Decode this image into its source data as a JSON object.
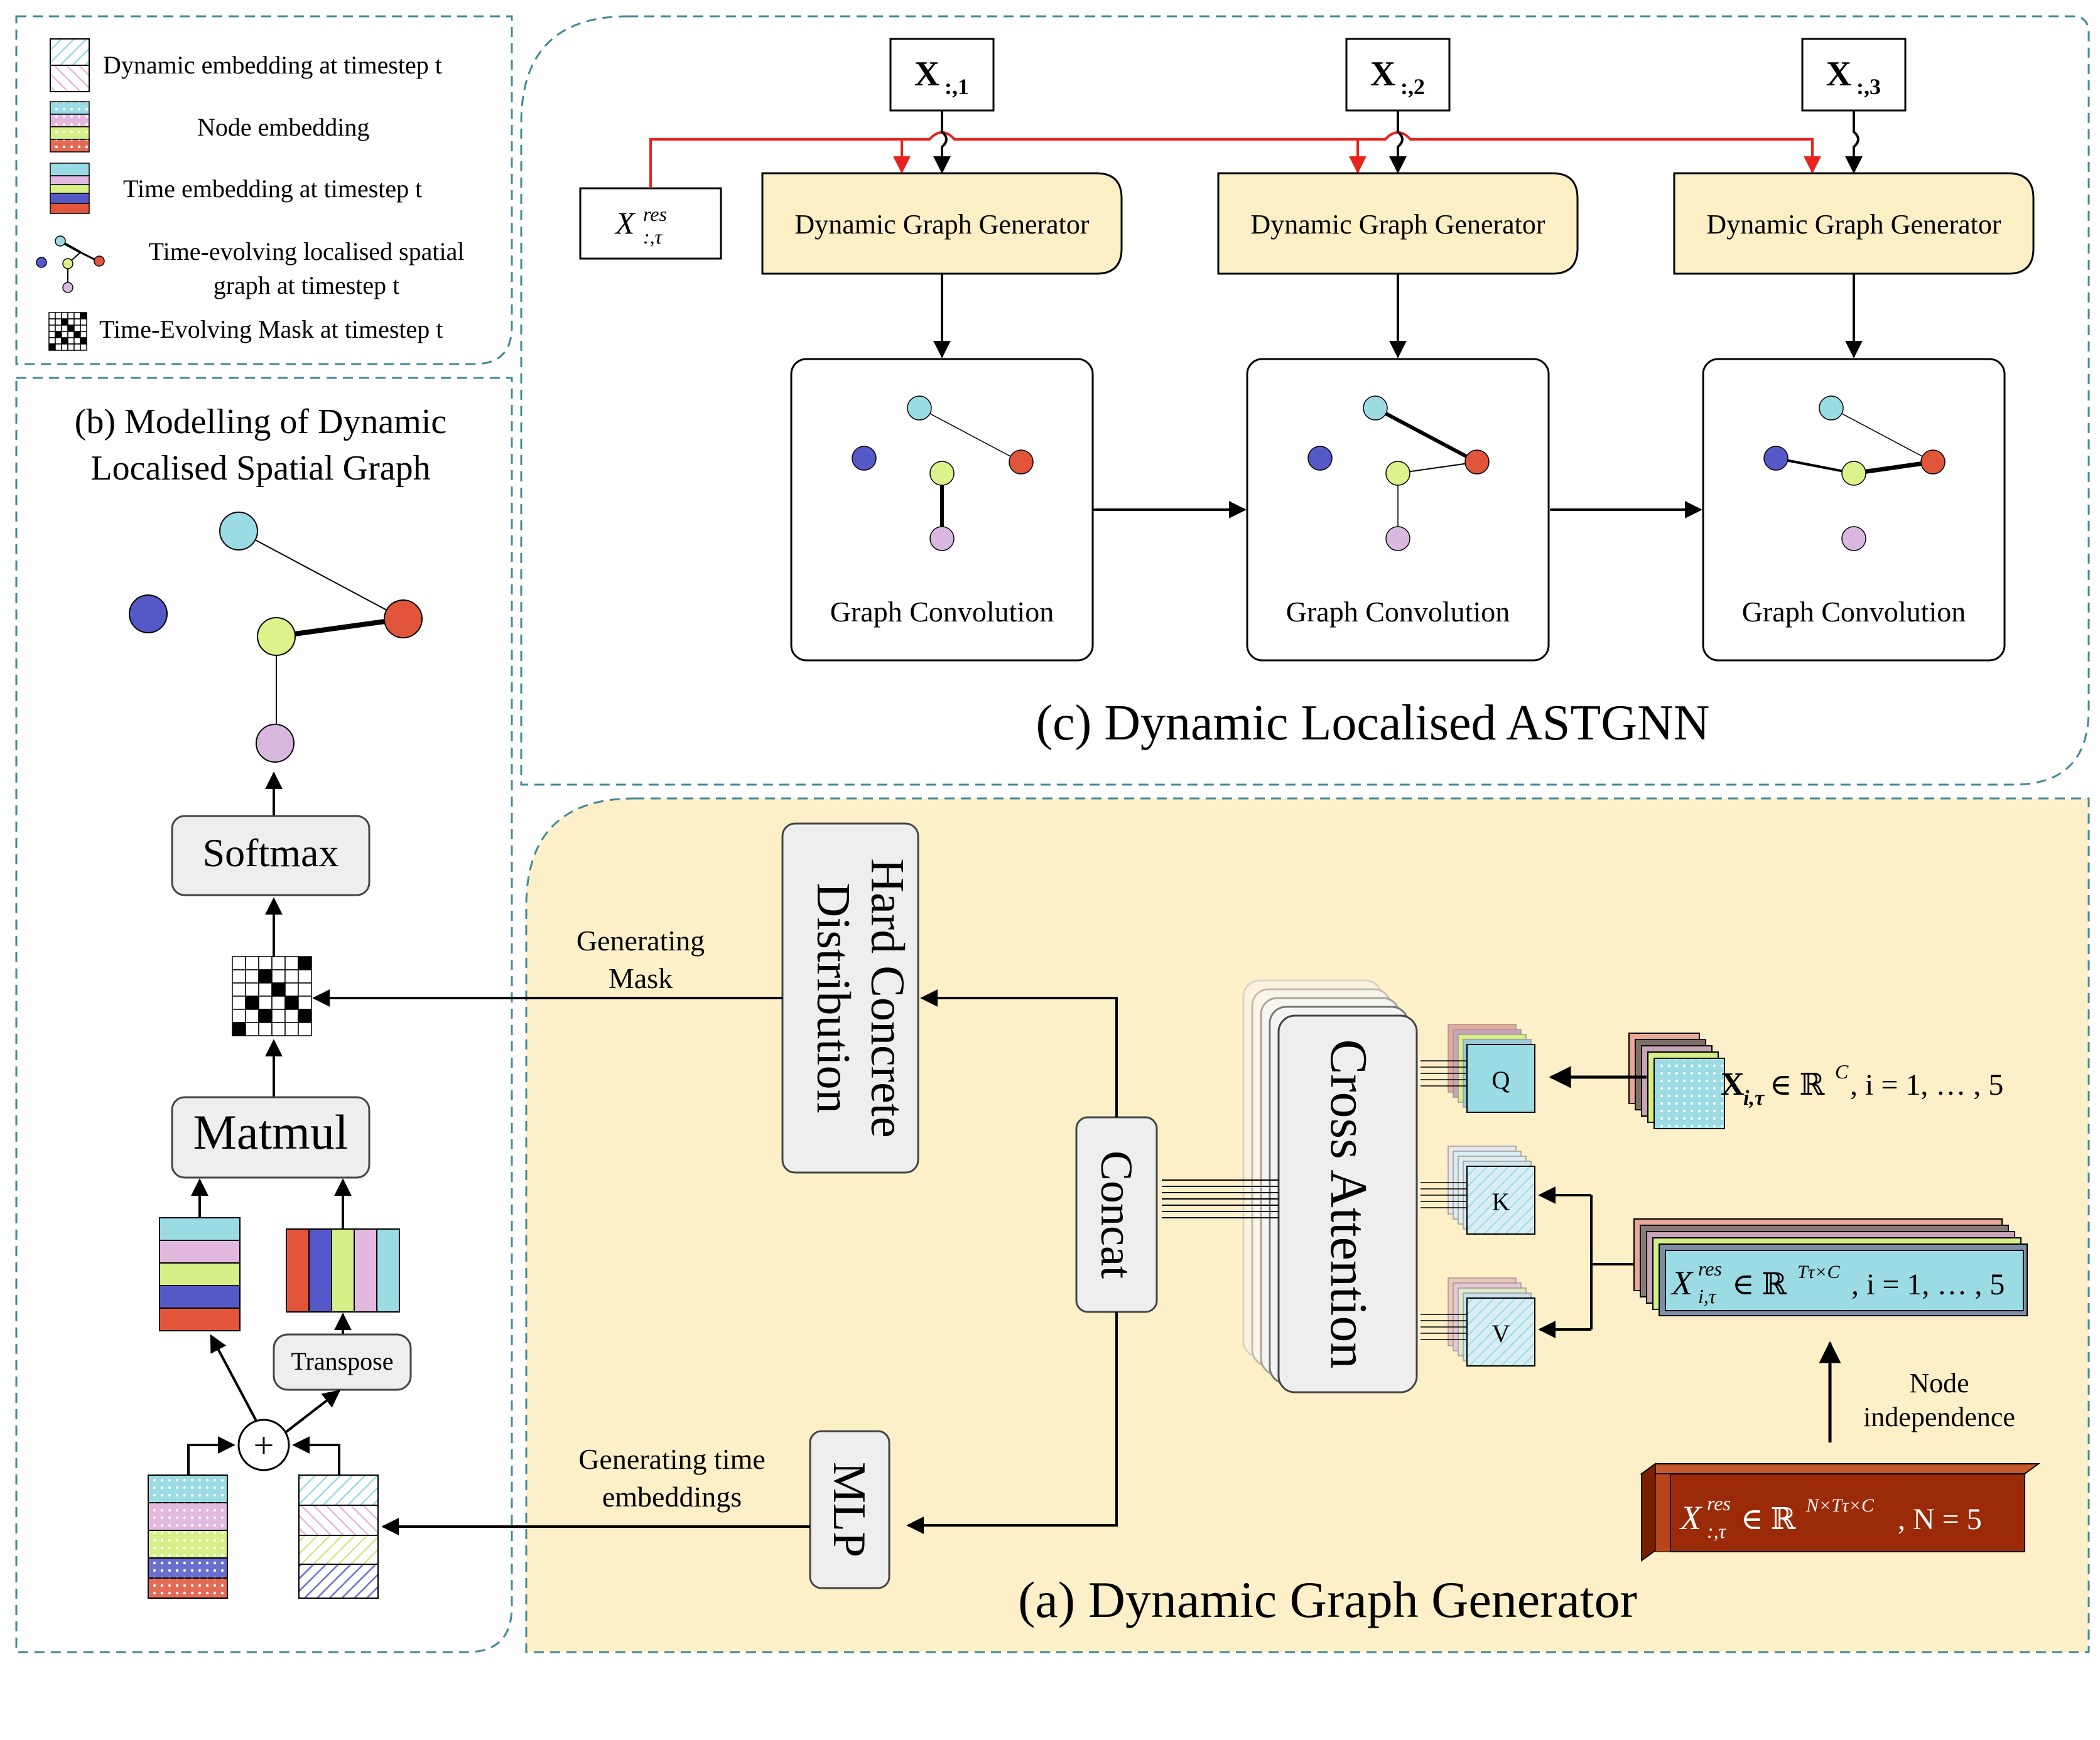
{
  "legend": {
    "dynamic_embedding": "Dynamic embedding at timestep t",
    "node_embedding": "Node embedding",
    "time_embedding": "Time embedding at timestep t",
    "graph_line1": "Time-evolving localised spatial",
    "graph_line2": "graph at timestep t",
    "mask": "Time-Evolving Mask at timestep t"
  },
  "panel_b": {
    "title_line1": "(b) Modelling of Dynamic",
    "title_line2": "Localised Spatial Graph",
    "softmax": "Softmax",
    "matmul": "Matmul",
    "transpose": "Transpose",
    "plus": "+"
  },
  "panel_c": {
    "title": "(c) Dynamic Localised ASTGNN",
    "inputs": [
      "X",
      "X",
      "X"
    ],
    "input_subscripts": [
      ":,1",
      ":,2",
      ":,3"
    ],
    "generator": "Dynamic Graph Generator",
    "graph_conv": "Graph Convolution",
    "residual": "X",
    "residual_sup": "res",
    "residual_sub": ":,τ"
  },
  "panel_a": {
    "title": "(a) Dynamic Graph Generator",
    "hard_concrete_line1": "Hard Concrete",
    "hard_concrete_line2": "Distribution",
    "concat": "Concat",
    "cross_attention": "Cross Attention",
    "mlp": "MLP",
    "q": "Q",
    "k": "K",
    "v": "V",
    "gen_mask_line1": "Generating",
    "gen_mask_line2": "Mask",
    "gen_time_line1": "Generating time",
    "gen_time_line2": "embeddings",
    "node_indep_line1": "Node",
    "node_indep_line2": "independence",
    "x_input": "X",
    "x_input_sub": "i,τ",
    "x_input_rest": " ∈ ℝ",
    "x_input_sup": "C",
    "x_input_tail": ", i = 1, … , 5",
    "res_i": "X",
    "res_i_sup": "res",
    "res_i_sub": "i,τ",
    "res_i_rest": " ∈ ℝ",
    "res_i_exp": "Tτ×C",
    "res_i_tail": ", i = 1, … , 5",
    "res_all": "X",
    "res_all_sup": "res",
    "res_all_sub": ":,τ",
    "res_all_rest": " ∈ ℝ",
    "res_all_exp": "N×Tτ×C",
    "res_all_tail": ", N = 5"
  },
  "colors": {
    "generator_fill": "#fcefc6",
    "panel_a_fill": "#fdf0c9",
    "dashed_border": "#3f8a96",
    "red_line": "#e8231c",
    "node_cyan": "#9adbe4",
    "node_blue": "#5559c7",
    "node_green": "#dcf28a",
    "node_red": "#e2553b",
    "node_purple": "#d9b8e0",
    "brown": "#9b2a08"
  }
}
